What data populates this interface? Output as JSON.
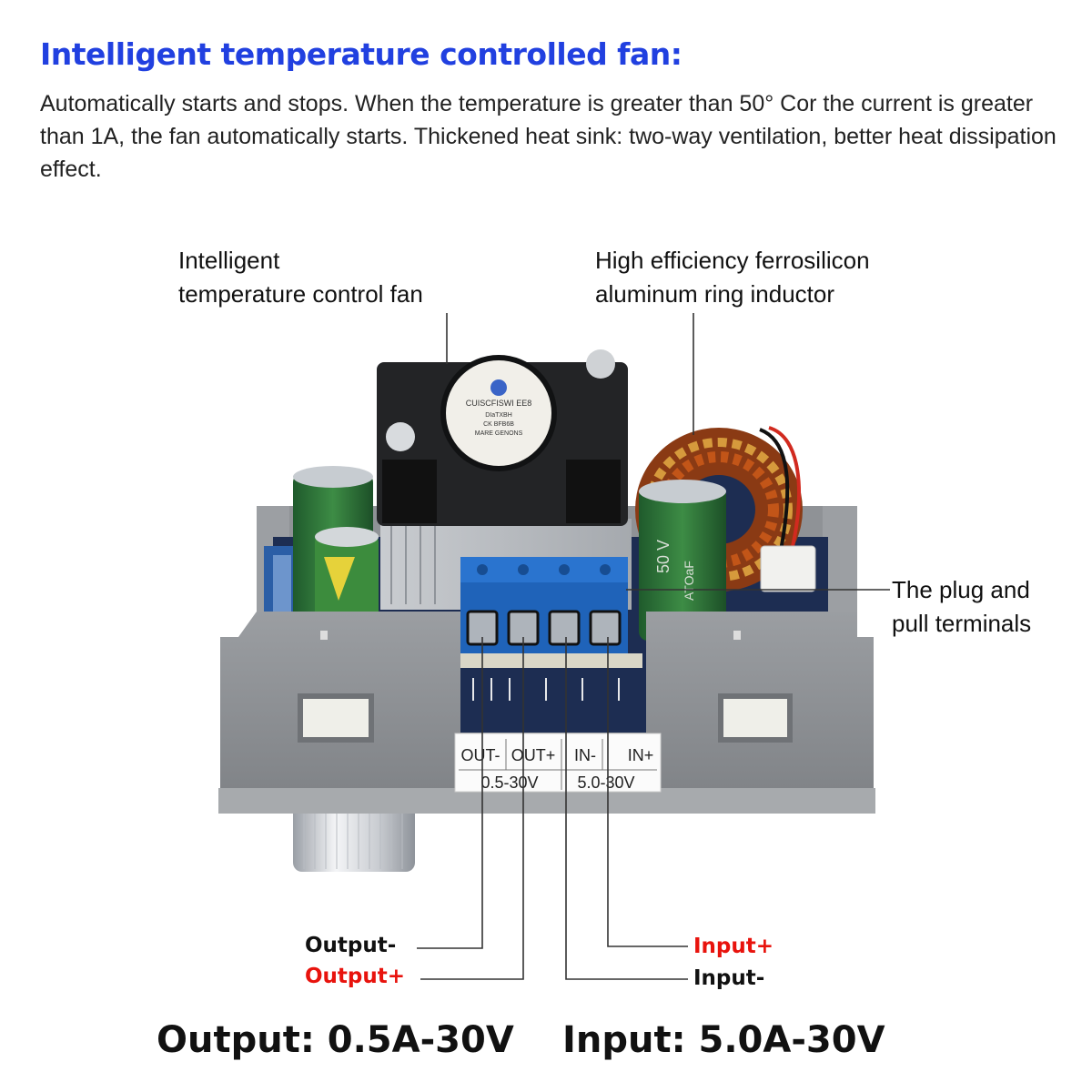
{
  "heading": "Intelligent temperature controlled fan:",
  "description": " Automatically starts and stops. When the temperature is greater than 50° Cor the current is greater than 1A, the fan automatically starts. Thickened heat sink: two-way ventilation, better heat dissipation effect.",
  "callouts": {
    "fan": [
      "Intelligent",
      "temperature control fan"
    ],
    "inductor": [
      "High efficiency ferrosilicon",
      "aluminum ring inductor"
    ],
    "terminals": [
      "The plug and",
      "pull terminals"
    ]
  },
  "terminal_labels": [
    "OUT-",
    "OUT+",
    "IN-",
    "IN+"
  ],
  "terminal_ranges": [
    "0.5-30V",
    "5.0-30V"
  ],
  "fan_label": [
    "CUISCFISWI EE8",
    "DIaTXBH",
    "CK BFB6B",
    "MARE GENONS"
  ],
  "capacitor_labels": [
    "50 V",
    "ATOaF"
  ],
  "wire_labels": {
    "output_minus": "Output-",
    "output_plus": "Output+",
    "input_plus": "Input+",
    "input_minus": "Input-"
  },
  "specs": {
    "output": "Output: 0.5A-30V",
    "input": "Input: 5.0A-30V"
  },
  "colors": {
    "heading": "#2140e0",
    "highlight": "#e8130d"
  }
}
